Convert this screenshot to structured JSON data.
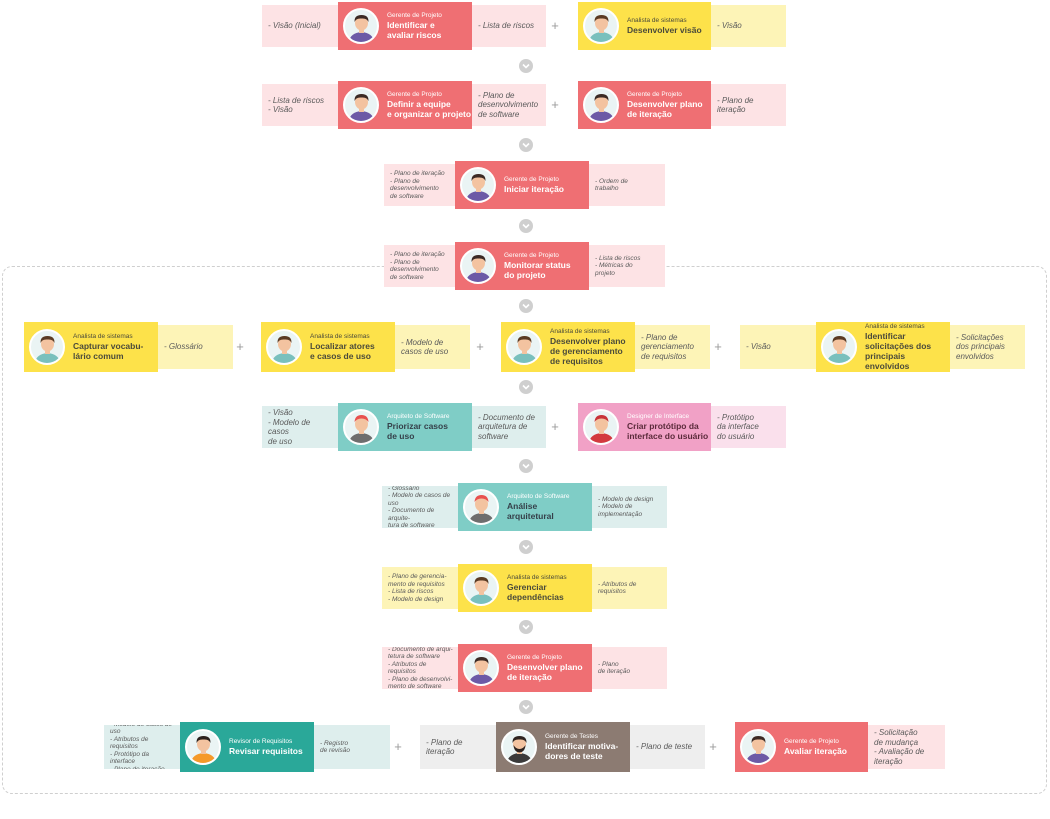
{
  "colors": {
    "manager": "#ef6f73",
    "analyst": "#fde24a",
    "architect": "#7fcdc6",
    "designer": "#f1a1c6",
    "reviewer": "#2aa899",
    "tester": "#8c7b72",
    "connector": "#cfcfcf"
  },
  "rows": [
    {
      "cards": [
        {
          "role": "Gerente de Projeto",
          "title": "Identificar e\navaliar riscos",
          "theme": "red",
          "avatar": "manager-avatar-icon",
          "inputs": [
            "- Visão (Inicial)"
          ],
          "outputs": [
            "- Lista de riscos"
          ]
        },
        {
          "role": "Analista de sistemas",
          "title": "Desenvolver visão",
          "theme": "yellow",
          "avatar": "analyst-avatar-icon",
          "inputs": [],
          "outputs": [
            "- Visão"
          ]
        }
      ]
    },
    {
      "cards": [
        {
          "role": "Gerente de Projeto",
          "title": "Definir a equipe\ne organizar o projeto",
          "theme": "red",
          "avatar": "manager-avatar-icon",
          "inputs": [
            "- Lista de riscos",
            "- Visão"
          ],
          "outputs": [
            "- Plano de\ndesenvolvimento\nde software"
          ]
        },
        {
          "role": "Gerente de Projeto",
          "title": "Desenvolver plano\nde iteração",
          "theme": "red",
          "avatar": "manager-avatar-icon",
          "inputs": [],
          "outputs": [
            "- Plano de\niteração"
          ]
        }
      ]
    },
    {
      "cards": [
        {
          "role": "Gerente de Projeto",
          "title": "Iniciar iteração",
          "theme": "red",
          "avatar": "manager-avatar-icon",
          "inputs": [
            "- Plano de iteração",
            "- Plano de\ndesenvolvimento\nde software"
          ],
          "outputs": [
            "- Ordem de\ntrabalho"
          ]
        }
      ]
    },
    {
      "cards": [
        {
          "role": "Gerente de Projeto",
          "title": "Monitorar status\ndo projeto",
          "theme": "red",
          "avatar": "manager-avatar-icon",
          "inputs": [
            "- Plano de iteração",
            "- Plano de\ndesenvolvimento\nde software"
          ],
          "outputs": [
            "- Lista de riscos",
            "- Métricas do\nprojeto"
          ]
        }
      ]
    },
    {
      "cards": [
        {
          "role": "Analista de sistemas",
          "title": "Capturar vocabu-\nlário comum",
          "theme": "yellow",
          "avatar": "analyst-avatar-icon",
          "inputs": [],
          "outputs": [
            "- Glossário"
          ]
        },
        {
          "role": "Analista de sistemas",
          "title": "Localizar atores\ne casos de uso",
          "theme": "yellow",
          "avatar": "analyst-avatar-icon",
          "inputs": [],
          "outputs": [
            "- Modelo de\ncasos de uso"
          ]
        },
        {
          "role": "Analista de sistemas",
          "title": "Desenvolver plano\nde gerenciamento\nde requisitos",
          "theme": "yellow",
          "avatar": "analyst-avatar-icon",
          "inputs": [],
          "outputs": [
            "- Plano de\ngerenciamento\nde requisitos"
          ]
        },
        {
          "role": "Analista de sistemas",
          "title": "Identificar\nsolicitações dos\nprincipais envolvidos",
          "theme": "yellow",
          "avatar": "analyst-avatar-icon",
          "inputs": [
            "- Visão"
          ],
          "outputs": [
            "- Solicitações\ndos principais\nenvolvidos"
          ]
        }
      ]
    },
    {
      "cards": [
        {
          "role": "Arquiteto de Software",
          "title": "Priorizar casos\nde uso",
          "theme": "teal",
          "avatar": "architect-avatar-icon",
          "inputs": [
            "- Visão",
            "- Modelo de casos\nde uso"
          ],
          "outputs": [
            "- Documento de\narquitetura de\nsoftware"
          ]
        },
        {
          "role": "Designer de Interface",
          "title": "Criar protótipo da\ninterface do usuário",
          "theme": "pink",
          "avatar": "designer-avatar-icon",
          "inputs": [],
          "outputs": [
            "- Protótipo\nda interface\ndo usuário"
          ]
        }
      ]
    },
    {
      "cards": [
        {
          "role": "Arquiteto de Software",
          "title": "Análise\narquitetural",
          "theme": "teal",
          "avatar": "architect-avatar-icon",
          "inputs": [
            "- Glossário",
            "- Modelo de casos de uso",
            "- Documento de arquite-\ntura de software"
          ],
          "outputs": [
            "- Modelo de design",
            "- Modelo de\nimplementação"
          ]
        }
      ]
    },
    {
      "cards": [
        {
          "role": "Analista de sistemas",
          "title": "Gerenciar\ndependências",
          "theme": "yellow",
          "avatar": "analyst-avatar-icon",
          "inputs": [
            "- Plano de gerencia-\nmento de requisitos",
            "- Lista de riscos",
            "- Modelo de design"
          ],
          "outputs": [
            "- Atributos de\nrequisitos"
          ]
        }
      ]
    },
    {
      "cards": [
        {
          "role": "Gerente de Projeto",
          "title": "Desenvolver plano\nde iteração",
          "theme": "red",
          "avatar": "manager-avatar-icon",
          "inputs": [
            "- Documento de arqui-\ntetura de software",
            "- Atributos de requisitos",
            "- Plano de desenvolvi-\nmento de software"
          ],
          "outputs": [
            "- Plano\nde iteração"
          ]
        }
      ]
    },
    {
      "cards": [
        {
          "role": "Revisor de Requisitos",
          "title": "Revisar requisitos",
          "theme": "dteal",
          "avatar": "reviewer-avatar-icon",
          "inputs": [
            "- Modelo de casos de uso",
            "- Atributos de requisitos",
            "- Protótipo da interface",
            "- Plano de iteração"
          ],
          "outputs": [
            "- Registro\nde revisão"
          ]
        },
        {
          "role": "Gerente de Testes",
          "title": "Identificar motiva-\ndores de teste",
          "theme": "brown",
          "avatar": "tester-avatar-icon",
          "inputs": [
            "- Plano de iteração"
          ],
          "outputs": [
            "- Plano de teste"
          ]
        },
        {
          "role": "Gerente de Projeto",
          "title": "Avaliar iteração",
          "theme": "red",
          "avatar": "manager-avatar-icon",
          "inputs": [],
          "outputs": [
            "- Solicitação\nde mudança",
            "- Avaliação de\niteração"
          ]
        }
      ]
    }
  ]
}
